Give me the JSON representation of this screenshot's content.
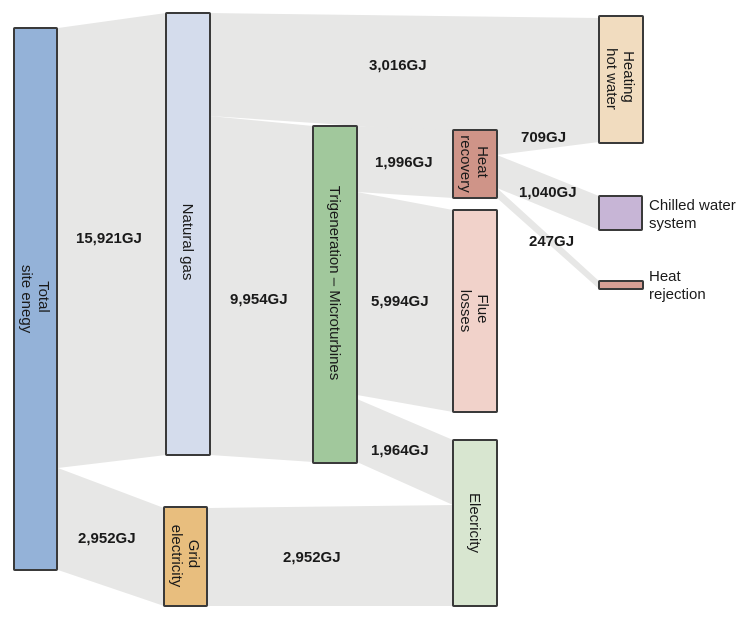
{
  "nodes": {
    "total": {
      "line1": "Total",
      "line2": "site enegy",
      "color": "#94b2d8"
    },
    "gas": {
      "label": "Natural gas",
      "color": "#d4dcec"
    },
    "grid": {
      "line1": "Grid",
      "line2": "electricity",
      "color": "#e8be7e"
    },
    "trigen": {
      "label": "Trigeneration – Microturbines",
      "color": "#a1c89c"
    },
    "hr": {
      "line1": "Heat",
      "line2": "recovery",
      "color": "#cf9488"
    },
    "flue": {
      "line1": "Flue",
      "line2": "losses",
      "color": "#f1d2ca"
    },
    "elec": {
      "label": "Elecricity",
      "color": "#d8e6d0"
    },
    "hhw": {
      "line1": "Heating",
      "line2": "hot water",
      "color": "#f1dcbf"
    },
    "chw": {
      "line1": "Chilled water",
      "line2": "system",
      "color": "#c7b5d6"
    },
    "rej": {
      "line1": "Heat",
      "line2": "rejection",
      "color": "#d9a095"
    }
  },
  "flows": {
    "total_gas": "15,921GJ",
    "total_grid": "2,952GJ",
    "gas_hhw": "3,016GJ",
    "gas_trigen": "9,954GJ",
    "grid_elec": "2,952GJ",
    "trigen_hr": "1,996GJ",
    "trigen_flue": "5,994GJ",
    "trigen_elec": "1,964GJ",
    "hr_hhw": "709GJ",
    "hr_chw": "1,040GJ",
    "hr_rej": "247GJ"
  }
}
